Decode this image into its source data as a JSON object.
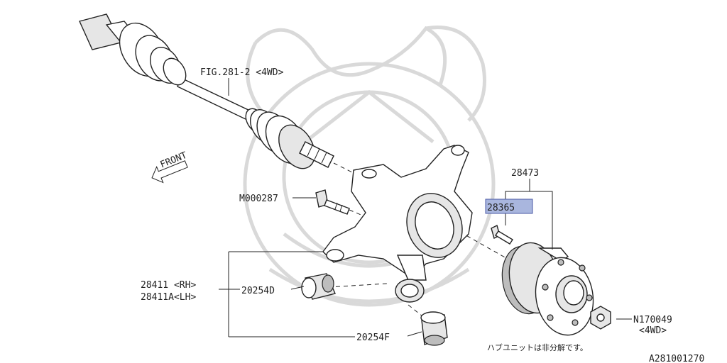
{
  "labels": {
    "fig_ref": "FIG.281-2 <4WD>",
    "front": "FRONT",
    "bolt_m": "M000287",
    "hub_assy": "28473",
    "hub_bolt": "28365",
    "knuckle_rh": "28411 <RH>",
    "knuckle_lh": "28411A<LH>",
    "bushing_d": "20254D",
    "bushing_f": "20254F",
    "nut": "N170049",
    "nut_note": "<4WD>",
    "hub_note": "ハブユニットは非分解です。",
    "diagram_id": "A281001270"
  },
  "colors": {
    "highlight_fill": "#a9b6de",
    "highlight_stroke": "#4b5aa6",
    "line": "#222222",
    "watermark": "#d9d9d9"
  }
}
